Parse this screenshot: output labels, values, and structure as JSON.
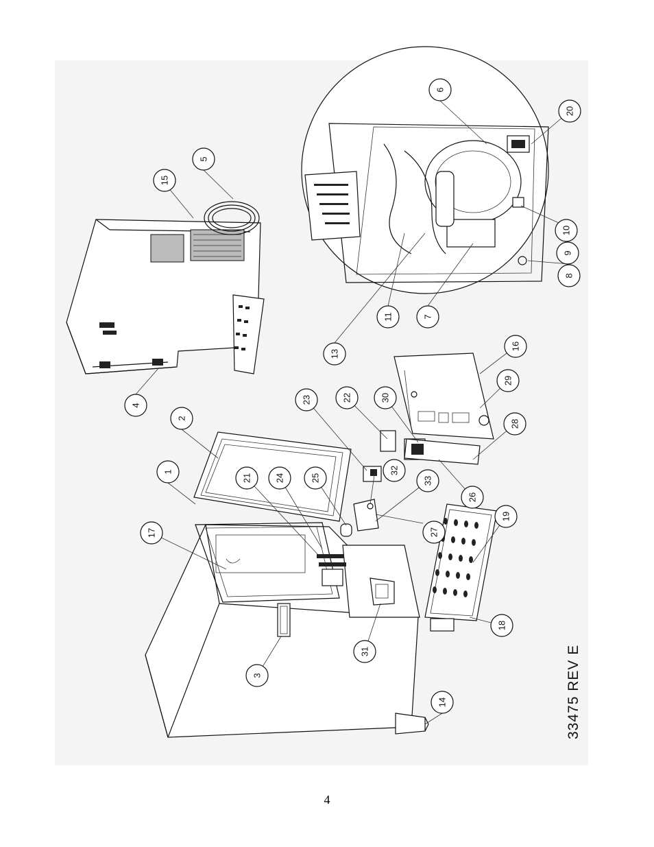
{
  "drawing": {
    "number": "33475 REV E",
    "page_number": "4"
  },
  "callouts": [
    "1",
    "2",
    "3",
    "4",
    "5",
    "6",
    "7",
    "8",
    "9",
    "10",
    "11",
    "13",
    "14",
    "15",
    "16",
    "17",
    "18",
    "19",
    "20",
    "21",
    "22",
    "23",
    "24",
    "25",
    "26",
    "27",
    "28",
    "29",
    "30",
    "31",
    "32",
    "33"
  ]
}
